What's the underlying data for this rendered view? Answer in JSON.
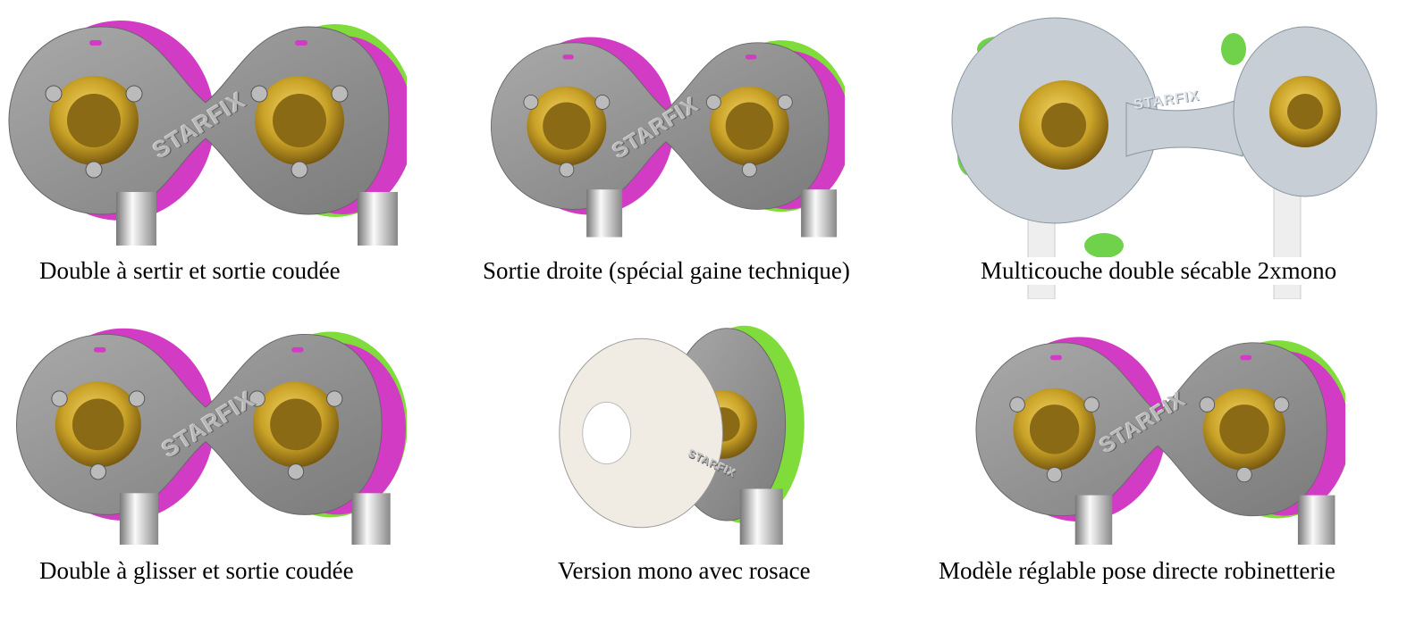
{
  "products": [
    {
      "caption": "Double à sertir et sortie coudée",
      "brand": "STARFIX"
    },
    {
      "caption": "Sortie droite (spécial gaine technique)",
      "brand": "STARFIX"
    },
    {
      "caption": "Multicouche double sécable 2xmono",
      "brand": "STARFIX"
    },
    {
      "caption": "Double à glisser et sortie coudée",
      "brand": "STARFIX"
    },
    {
      "caption": "Version mono avec rosace",
      "brand": "STARFIX"
    },
    {
      "caption": "Modèle réglable pose directe robinetterie",
      "brand": "STARFIX"
    }
  ],
  "colors": {
    "plate": "#8e8e8e",
    "brass": "#c9a227",
    "magenta": "#d23cc4",
    "green": "#7fdc3a"
  }
}
